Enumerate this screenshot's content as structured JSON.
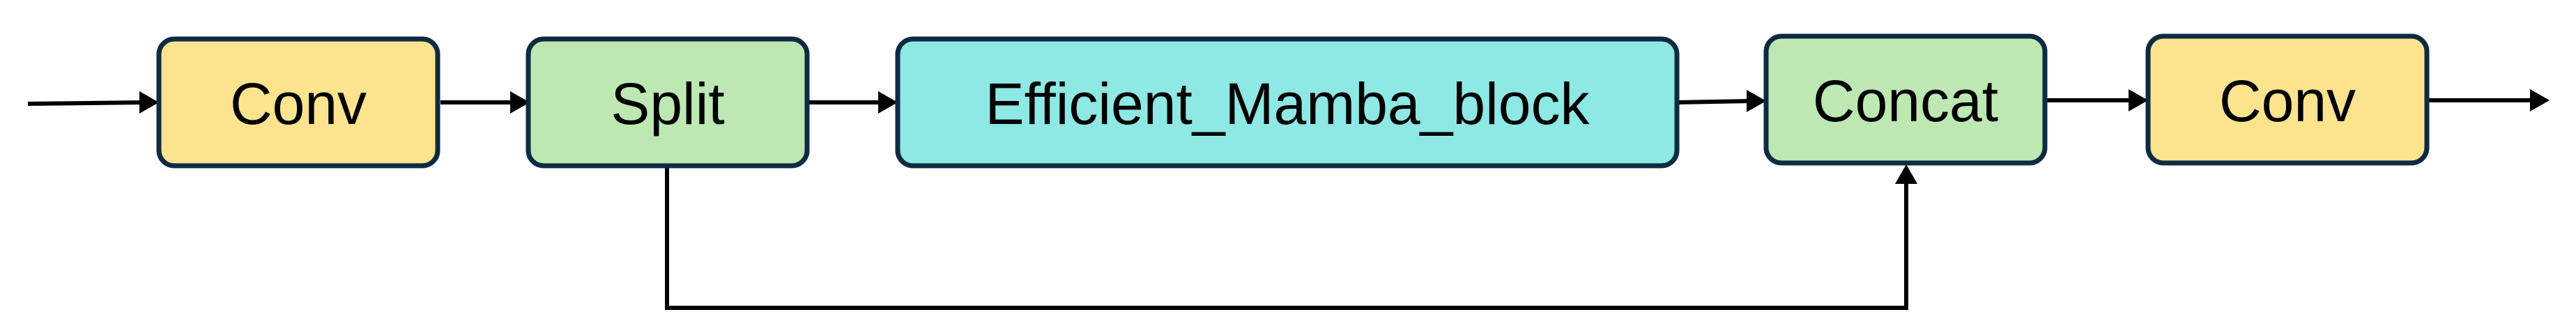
{
  "diagram": {
    "blocks": {
      "conv_in": {
        "label": "Conv",
        "fill": "#fce38e"
      },
      "split": {
        "label": "Split",
        "fill": "#bde8b2"
      },
      "mamba": {
        "label": "Efficient_Mamba_block",
        "fill": "#8ee8e3"
      },
      "concat": {
        "label": "Concat",
        "fill": "#bde8b2"
      },
      "conv_out": {
        "label": "Conv",
        "fill": "#fce38e"
      }
    },
    "colors": {
      "border": "#0f2a43",
      "arrow": "#000000",
      "background": "#ffffff"
    }
  }
}
